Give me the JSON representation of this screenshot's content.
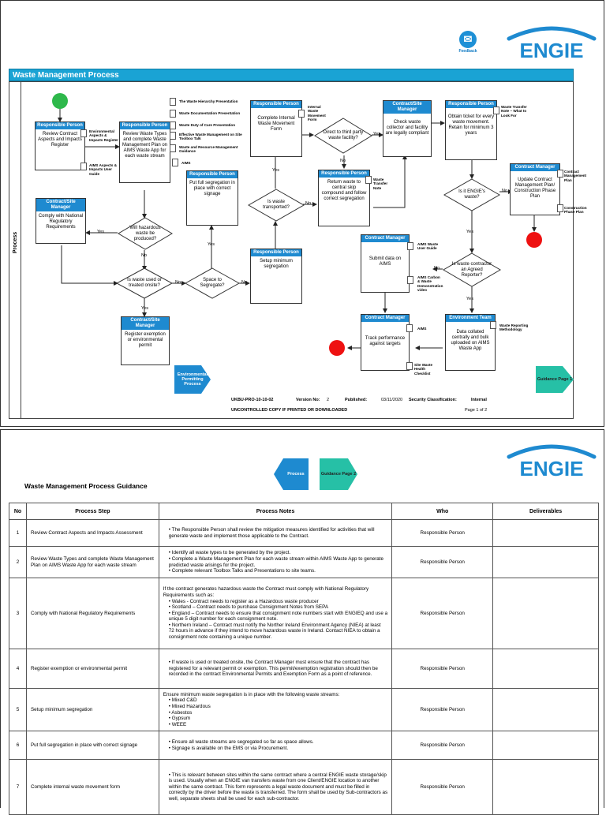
{
  "brand": {
    "logo_text": "ENGIE",
    "color": "#1e8ad0"
  },
  "feedback": {
    "label": "Feedback"
  },
  "page1": {
    "banner_title": "Waste Management Process",
    "lane_label": "Process",
    "boxes": {
      "b1": {
        "role": "Responsible Person",
        "text": "Review Contract Aspects and Impacts Register"
      },
      "b2": {
        "role": "Responsible Person",
        "text": "Review Waste Types and complete Waste Management Plan on AIMS Waste App for each waste stream"
      },
      "b3": {
        "role": "Contract/Site Manager",
        "text": "Comply with National Regulatory Requirements"
      },
      "b4": {
        "role": "Contract/Site Manager",
        "text": "Register exemption or environmental permit"
      },
      "b5": {
        "role": "Responsible Person",
        "text": "Put full segregation in place with correct signage"
      },
      "b6": {
        "role": "Responsible Person",
        "text": "Setup minimum segregation"
      },
      "b7": {
        "role": "Responsible Person",
        "text": "Complete Internal Waste Movement Form"
      },
      "b8": {
        "role": "Responsible Person",
        "text": "Return waste to central skip compound and follow correct segregation"
      },
      "b9": {
        "role": "Contract/Site Manager",
        "text": "Check waste collector and facility are legally compliant"
      },
      "b10": {
        "role": "Responsible Person",
        "text": "Obtain ticket for every waste movement. Retain for minimum 3 years"
      },
      "b11": {
        "role": "Contract Manager",
        "text": "Update Contract Management Plan/ Construction Phase Plan"
      },
      "b12": {
        "role": "Contract Manager",
        "text": "Submit data on AIMS"
      },
      "b13": {
        "role": "Contract Manager",
        "text": "Track performance against targets"
      },
      "b14": {
        "role": "Environment Team",
        "text": "Data collated centrally and bulk uploaded on AIMS Waste App"
      }
    },
    "decisions": {
      "d1": "Will hazardous waste be produced?",
      "d2": "Is waste used or treated onsite?",
      "d3": "Space to Segregate?",
      "d4": "Is waste transported?",
      "d5": "Direct to third party waste facility?",
      "d6": "Is it ENGIE's waste?",
      "d7": "Is waste contractor an Agreed Reporter?"
    },
    "yes": "Yes",
    "no": "No",
    "notes": {
      "n1": "Environmental Aspects & Impacts Register",
      "n2": "AIMS Aspects & Impacts User Guide",
      "n3": "The Waste Hierarchy Presentation",
      "n4": "Waste Documentation Presentation",
      "n5": "Waste Duty of Care Presentation",
      "n6": "Effective Waste Management on Site Toolbox Talk",
      "n7": "Waste and Resource Management Guidance",
      "n8": "AIMS",
      "n9": "Internal Waste Movement Form",
      "n10": "Waste Transfer Note",
      "n11": "Waste Transfer Note – What to Look For",
      "n12": "Contract Management Plan",
      "n13": "Construction Phase Plan",
      "n14": "AIMS Waste User Guide",
      "n15": "AIMS Carbon & Waste Demonstration video",
      "n16": "AIMS",
      "n17": "Site Waste Health Checklist",
      "n18": "Waste Reporting Methodology"
    },
    "links": {
      "env": "Environmental Permitting Process",
      "guidance": "Guidance Page 1"
    },
    "footer": {
      "doc_ref": "UKBU-PRO-10-10-02",
      "version_label": "Version No:",
      "version": "2",
      "published_label": "Published:",
      "published": "03/11/2020",
      "security_label": "Security Classification:",
      "security": "Internal",
      "uncontrolled": "UNCONTROLLED COPY IF PRINTED OR DOWNLOADED",
      "page": "Page 1 of 2"
    }
  },
  "page2": {
    "title": "Waste Management Process Guidance",
    "nav": {
      "process": "Process",
      "guidance": "Guidance Page 2"
    },
    "columns": [
      "No",
      "Process Step",
      "Process Notes",
      "Who",
      "Deliverables"
    ],
    "rows": [
      {
        "no": "1",
        "step": "Review Contract Aspects and Impacts Assessment",
        "intro": "",
        "bullets": [
          "The Responsible Person shall review the mitigation measures identified for activities that will generate waste and implement those applicable to the Contract."
        ],
        "who": "Responsible Person",
        "deliverables": ""
      },
      {
        "no": "2",
        "step": "Review Waste Types and complete Waste Management Plan on AIMS Waste App for each waste stream",
        "intro": "",
        "bullets": [
          "Identify all waste types to be generated by the project.",
          "Complete a Waste Management Plan for each waste stream within AIMS Waste App to generate predicted waste arisings for the project.",
          "Complete relevant Toolbox Talks and Presentations to site teams."
        ],
        "who": "Responsible Person",
        "deliverables": ""
      },
      {
        "no": "3",
        "step": "Comply with National Regulatory Requirements",
        "intro": "If the contract generates hazardous waste the Contract must comply with National Regulatory Requirements such as:",
        "bullets": [
          "Wales - Contract needs to register as a Hazardous waste producer",
          "Scotland – Contract needs to purchase Consignment Notes from SEPA",
          "England – Contract needs to ensure that consignment note numbers start with ENGIEQ and use a unique 5 digit number for each consignment note.",
          "Northern Ireland – Contract must notify the Norther Ireland Environment Agency (NIEA) at least 72 hours in advance if they intend to move hazardous waste in Ireland. Contact NIEA to obtain a consignment note containing a unique number."
        ],
        "who": "Responsible Person",
        "deliverables": ""
      },
      {
        "no": "4",
        "step": "Register exemption or environmental permit",
        "intro": "",
        "bullets": [
          "If waste is used or treated onsite, the Contract Manager must ensure that the contract has registered for a relevant permit or exemption. This permit/exemption registration should then be recorded in the contract Environmental Permits and Exemption Form as a point of reference."
        ],
        "who": "Responsible Person",
        "deliverables": ""
      },
      {
        "no": "5",
        "step": "Setup minimum segregation",
        "intro": "Ensure minimum waste segregation is in place with the following waste streams:",
        "bullets": [
          "Mixed C&D",
          "Mixed Hazardous",
          "Asbestos",
          "Gypsum",
          "WEEE"
        ],
        "who": "Responsible Person",
        "deliverables": ""
      },
      {
        "no": "6",
        "step": "Put full segregation in place with correct signage",
        "intro": "",
        "bullets": [
          "Ensure all waste streams are segregated so far as space allows.",
          "Signage is available on the EMS or via Procurement."
        ],
        "who": "Responsible Person",
        "deliverables": ""
      },
      {
        "no": "7",
        "step": "Complete internal waste movement form",
        "intro": "",
        "bullets": [
          "This is relevant between sites within the same contract where a central ENGIE waste storage/skip is used. Usually when an ENGIE van transfers waste from one Client/ENGIE location to another within the same contract. This form represents a legal waste document and must be filled in correctly by the driver before the waste is transferred. The form shall be used by Sub-contractors as well, separate sheets shall be used for each sub-contractor."
        ],
        "who": "Responsible Person",
        "deliverables": ""
      }
    ]
  }
}
